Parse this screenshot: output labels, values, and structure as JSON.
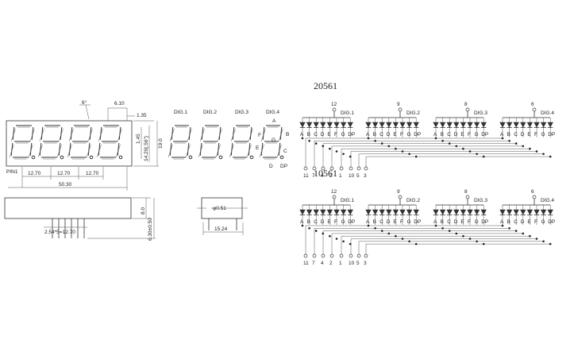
{
  "front_view": {
    "angle_label": "6°",
    "digit_width_label": "6.10",
    "segment_width_label": "1.35",
    "pin1_label": "PIN1",
    "digit_pitch_labels": [
      "12.70",
      "12.70",
      "12.70"
    ],
    "total_width_label": "50.30",
    "seg_len_label": "1.45",
    "char_height_label": "14.20(.56\")",
    "body_height_label": "19.0"
  },
  "digit_view": {
    "digit_labels": [
      "DIG.1",
      "DIG.2",
      "DIG.3",
      "DIG.4"
    ],
    "segment_labels": {
      "a": "A",
      "b": "B",
      "c": "C",
      "d": "D",
      "e": "E",
      "f": "F",
      "g": "G",
      "dp": "DP"
    }
  },
  "side_view": {
    "pin_pitch_label": "2.54*5=12.70",
    "height_label": "8.0",
    "pin_len_label": "6.30±0.50"
  },
  "end_view": {
    "pin_dia_label": "φ0.51",
    "width_label": "15.24"
  },
  "schematics": [
    {
      "title": "20561",
      "digit_labels": [
        "DIG.1",
        "DIG.2",
        "DIG.3",
        "DIG.4"
      ],
      "common_pins": [
        "12",
        "9",
        "8",
        "6"
      ],
      "segments": [
        "A",
        "B",
        "C",
        "D",
        "E",
        "F",
        "G",
        "DP"
      ],
      "bottom_pins": [
        "11",
        "7",
        "4",
        "2",
        "1",
        "10",
        "5",
        "3"
      ]
    },
    {
      "title": "10561",
      "digit_labels": [
        "DIG.1",
        "DIG.2",
        "DIG.3",
        "DIG.4"
      ],
      "common_pins": [
        "12",
        "9",
        "8",
        "6"
      ],
      "segments": [
        "A",
        "B",
        "C",
        "D",
        "E",
        "F",
        "G",
        "DP"
      ],
      "bottom_pins": [
        "11",
        "7",
        "4",
        "2",
        "1",
        "10",
        "5",
        "3"
      ]
    }
  ]
}
